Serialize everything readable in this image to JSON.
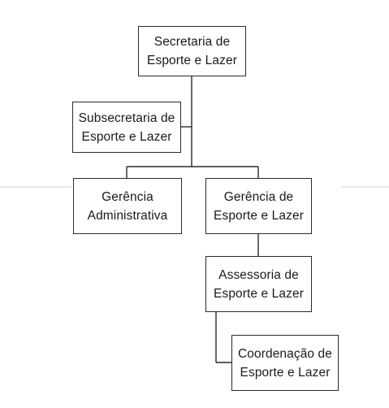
{
  "org_chart": {
    "nodes": {
      "secretaria": {
        "line1": "Secretaria de",
        "line2": "Esporte e Lazer"
      },
      "subsecretaria": {
        "line1": "Subsecretaria de",
        "line2": "Esporte e Lazer"
      },
      "gerencia_administrativa": {
        "line1": "Gerência",
        "line2": "Administrativa"
      },
      "gerencia_esporte": {
        "line1": "Gerência de",
        "line2": "Esporte e Lazer"
      },
      "assessoria": {
        "line1": "Assessoria de",
        "line2": "Esporte e Lazer"
      },
      "coordenacao": {
        "line1": "Coordenação de",
        "line2": "Esporte e Lazer"
      }
    },
    "edges": [
      [
        "secretaria",
        "subsecretaria"
      ],
      [
        "secretaria",
        "gerencia_administrativa"
      ],
      [
        "secretaria",
        "gerencia_esporte"
      ],
      [
        "gerencia_esporte",
        "assessoria"
      ],
      [
        "assessoria",
        "coordenacao"
      ]
    ]
  },
  "colors": {
    "line": "#2a2a2a",
    "faint_rule": "#cfcfcf",
    "background": "#ffffff"
  }
}
